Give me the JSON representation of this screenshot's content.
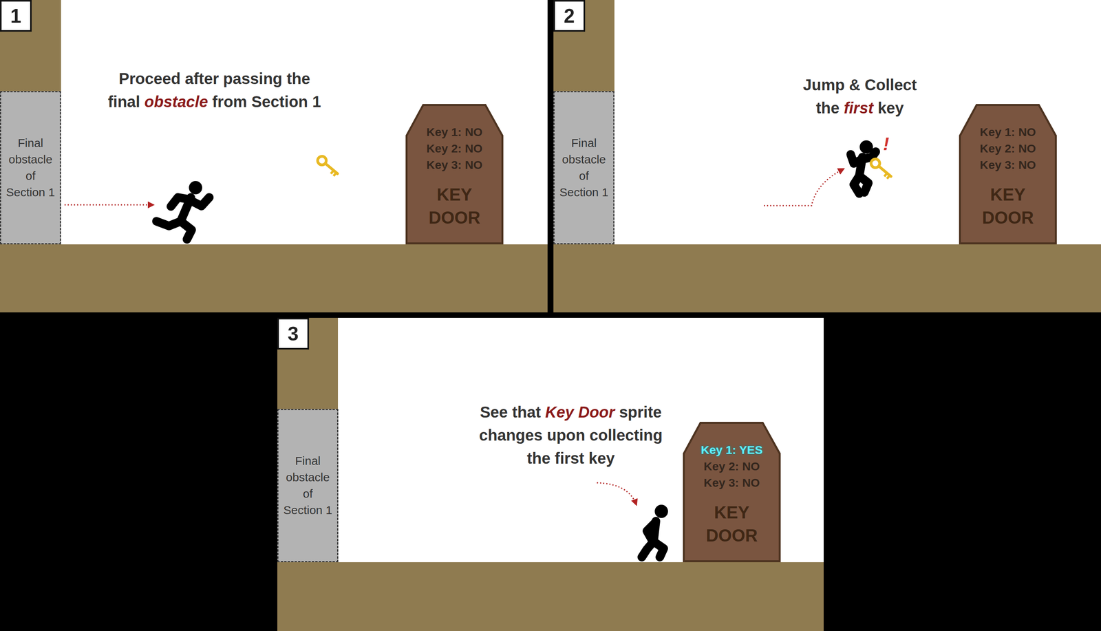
{
  "diagram": {
    "nodes": [
      {
        "text": [
          "Proceed after passing the final obstacle from Section 1"
        ]
      },
      {
        "text": [
          "1"
        ],
        "in": 0
      },
      {
        "text": [
          "Final obstacle of Section 1"
        ],
        "in": 0
      },
      {
        "text": [
          "Key 1: NO",
          "Key 2: NO",
          "Key 3: NO",
          "KEY DOOR"
        ],
        "in": 0
      },
      {
        "text": [
          "Jump & Collect the first key"
        ]
      },
      {
        "text": [
          "2"
        ],
        "in": 4
      },
      {
        "text": [
          "Final obstacle of Section 1"
        ],
        "in": 4
      },
      {
        "text": [
          "Key 1: NO",
          "Key 2: NO",
          "Key 3: NO",
          "KEY DOOR"
        ],
        "in": 4
      },
      {
        "text": [
          "See that Key Door sprite changes upon collecting the first key"
        ]
      },
      {
        "text": [
          "3"
        ],
        "in": 8
      },
      {
        "text": [
          "Final obstacle of Section 1"
        ],
        "in": 8
      },
      {
        "text": [
          "Key 1: YES",
          "Key 2: NO",
          "Key 3: NO",
          "KEY DOOR"
        ],
        "in": 8
      }
    ],
    "labels": [
      "!"
    ]
  }
}
